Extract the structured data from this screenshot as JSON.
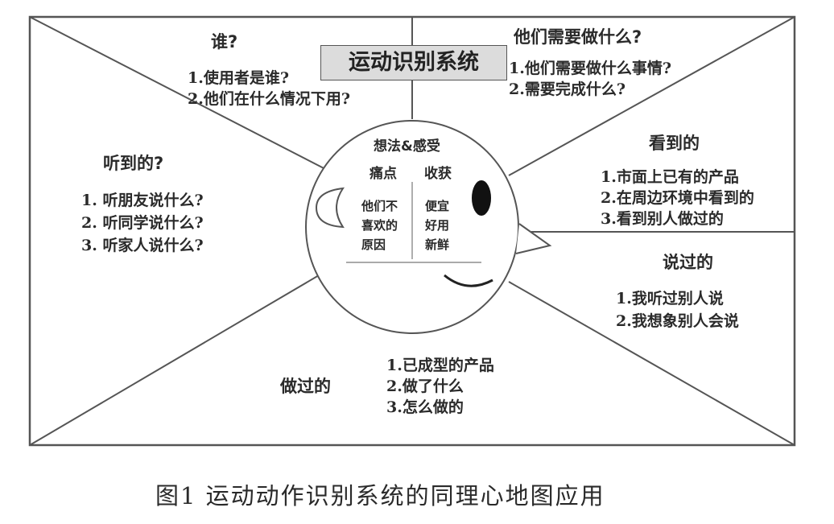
{
  "title": "运动识别系统",
  "center": {
    "heading": "想法&感受",
    "pain_label": "痛点",
    "gain_label": "收获",
    "pain_items": [
      "他们不",
      "喜欢的",
      "原因"
    ],
    "gain_items": [
      "便宜",
      "好用",
      "新鲜"
    ]
  },
  "who": {
    "heading": "谁?",
    "items": [
      "1.使用者是谁?",
      "2.他们在什么情况下用?"
    ]
  },
  "need": {
    "heading": "他们需要做什么?",
    "items": [
      "1.他们需要做什么事情?",
      "2.需要完成什么?"
    ]
  },
  "heard": {
    "heading": "听到的?",
    "items": [
      "1. 听朋友说什么?",
      "2. 听同学说什么?",
      "3. 听家人说什么?"
    ]
  },
  "seen": {
    "heading": "看到的",
    "items": [
      "1.市面上已有的产品",
      "2.在周边环境中看到的",
      "3.看到别人做过的"
    ]
  },
  "said": {
    "heading": "说过的",
    "items": [
      "1.我听过别人说",
      "2.我想象别人会说"
    ]
  },
  "done": {
    "heading": "做过的",
    "items": [
      "1.已成型的产品",
      "2.做了什么",
      "3.怎么做的"
    ]
  },
  "caption": "图1  运动动作识别系统的同理心地图应用"
}
